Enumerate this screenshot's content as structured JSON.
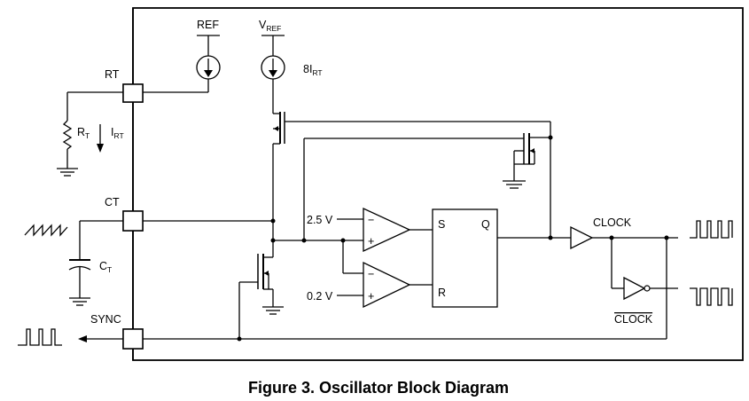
{
  "labels": {
    "ref": "REF",
    "vref_main": "V",
    "vref_sub": "REF",
    "i8_main": "8I",
    "i8_sub": "RT",
    "rt_pin": "RT",
    "rt_res_main": "R",
    "rt_res_sub": "T",
    "irt_main": "I",
    "irt_sub": "RT",
    "ct_pin": "CT",
    "ct_cap_main": "C",
    "ct_cap_sub": "T",
    "sync_pin": "SYNC",
    "v25": "2.5 V",
    "v02": "0.2 V",
    "s": "S",
    "q": "Q",
    "r": "R",
    "clock": "CLOCK",
    "clock_bar": "CLOCK",
    "minus": "−",
    "plus": "+"
  },
  "caption": "Figure 3.  Oscillator Block Diagram"
}
